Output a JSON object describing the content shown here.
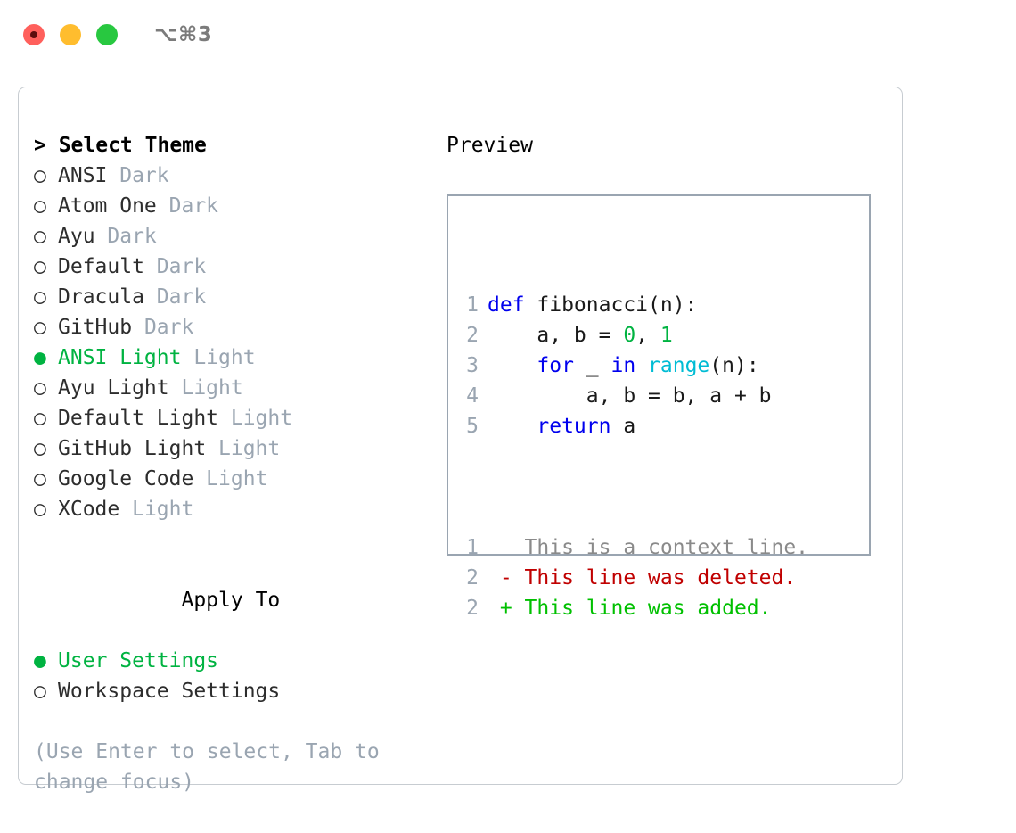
{
  "window": {
    "shortcut": "⌥⌘3",
    "traffic_lights": [
      {
        "name": "close",
        "color": "#FF605C"
      },
      {
        "name": "minimize",
        "color": "#FFBD2E"
      },
      {
        "name": "maximize",
        "color": "#28C840"
      }
    ]
  },
  "theme_picker": {
    "header": "> Select Theme",
    "marker_selected": "●",
    "marker_unselected": "○",
    "options": [
      {
        "name": "ANSI",
        "tag": "Dark",
        "selected": false
      },
      {
        "name": "Atom One",
        "tag": "Dark",
        "selected": false
      },
      {
        "name": "Ayu",
        "tag": "Dark",
        "selected": false
      },
      {
        "name": "Default",
        "tag": "Dark",
        "selected": false
      },
      {
        "name": "Dracula",
        "tag": "Dark",
        "selected": false
      },
      {
        "name": "GitHub",
        "tag": "Dark",
        "selected": false
      },
      {
        "name": "ANSI Light",
        "tag": "Light",
        "selected": true
      },
      {
        "name": "Ayu Light",
        "tag": "Light",
        "selected": false
      },
      {
        "name": "Default Light",
        "tag": "Light",
        "selected": false
      },
      {
        "name": "GitHub Light",
        "tag": "Light",
        "selected": false
      },
      {
        "name": "Google Code",
        "tag": "Light",
        "selected": false
      },
      {
        "name": "XCode",
        "tag": "Light",
        "selected": false
      }
    ]
  },
  "apply_to": {
    "label": "Apply To",
    "options": [
      {
        "name": "User Settings",
        "selected": true
      },
      {
        "name": "Workspace Settings",
        "selected": false
      }
    ]
  },
  "hint": "(Use Enter to select, Tab to change focus)",
  "preview": {
    "title": "Preview",
    "code_lines": [
      {
        "num": "1",
        "tokens": [
          {
            "t": "def ",
            "c": "kw"
          },
          {
            "t": "fibonacci(n):",
            "c": "id"
          }
        ]
      },
      {
        "num": "2",
        "tokens": [
          {
            "t": "    a, b = ",
            "c": "id"
          },
          {
            "t": "0",
            "c": "num"
          },
          {
            "t": ", ",
            "c": "id"
          },
          {
            "t": "1",
            "c": "num"
          }
        ]
      },
      {
        "num": "3",
        "tokens": [
          {
            "t": "    ",
            "c": "id"
          },
          {
            "t": "for",
            "c": "kw"
          },
          {
            "t": " _ ",
            "c": "id"
          },
          {
            "t": "in",
            "c": "kw"
          },
          {
            "t": " ",
            "c": "id"
          },
          {
            "t": "range",
            "c": "fn"
          },
          {
            "t": "(n):",
            "c": "id"
          }
        ]
      },
      {
        "num": "4",
        "tokens": [
          {
            "t": "        a, b = b, a + b",
            "c": "id"
          }
        ]
      },
      {
        "num": "5",
        "tokens": [
          {
            "t": "    ",
            "c": "id"
          },
          {
            "t": "return",
            "c": "kw"
          },
          {
            "t": " a",
            "c": "id"
          }
        ]
      }
    ],
    "diff_lines": [
      {
        "num": "1",
        "sign": " ",
        "text": "This is a context line.",
        "kind": "ctx"
      },
      {
        "num": "2",
        "sign": "-",
        "text": "This line was deleted.",
        "kind": "del"
      },
      {
        "num": "2",
        "sign": "+",
        "text": "This line was added.",
        "kind": "add"
      }
    ]
  },
  "colors": {
    "accent_green": "#00b341",
    "muted": "#9aa5b1",
    "keyword": "#0000ee",
    "function": "#00bcd4",
    "number": "#00b341",
    "diff_add": "#00c000",
    "diff_del": "#c00000"
  }
}
